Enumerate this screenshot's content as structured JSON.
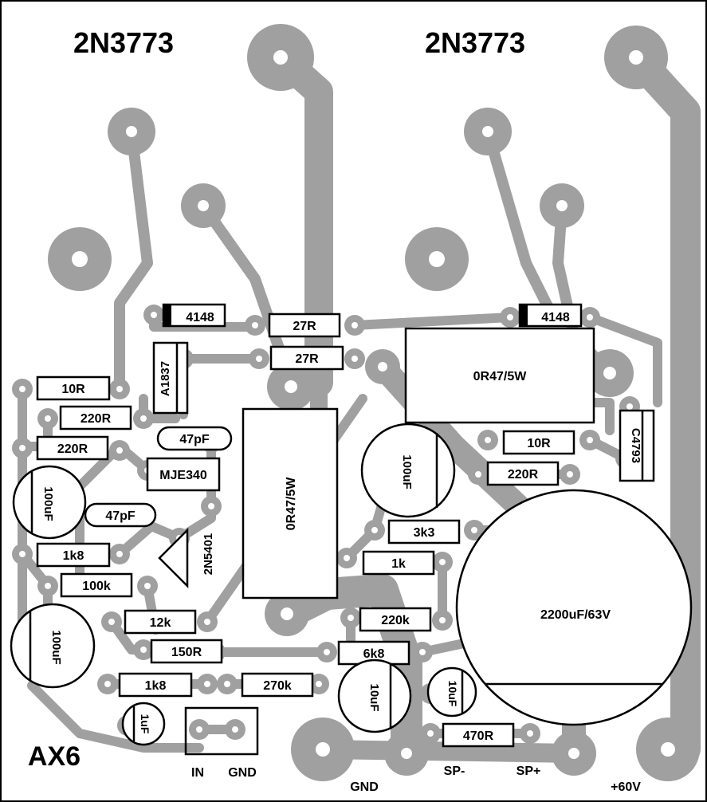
{
  "board": {
    "name": "AX6",
    "transistors": {
      "left": "2N3773",
      "right": "2N3773"
    }
  },
  "components": {
    "diode_left": "4148",
    "diode_right": "4148",
    "r27_a": "27R",
    "r27_b": "27R",
    "r10_left": "10R",
    "r220_a": "220R",
    "r220_b": "220R",
    "a1837": "A1837",
    "c47p_a": "47pF",
    "c47p_b": "47pF",
    "mje340": "MJE340",
    "c100u_left": "100uF",
    "c100u_bottom": "100uF",
    "r1k8_a": "1k8",
    "r100k": "100k",
    "n5401": "2N5401",
    "r12k": "12k",
    "r150": "150R",
    "r1k8_b": "1k8",
    "r270k": "270k",
    "c1u": "1uF",
    "r0r47_left": "0R47/5W",
    "r0r47_right": "0R47/5W",
    "c100u_mid": "100uF",
    "r3k3": "3k3",
    "r1k": "1k",
    "r220k": "220k",
    "r6k8": "6k8",
    "c10u_a": "10uF",
    "c10u_b": "10uF",
    "r470": "470R",
    "r10_right": "10R",
    "r220_right": "220R",
    "c4793": "C4793",
    "c2200": "2200uF/63V"
  },
  "connectors": {
    "in": "IN",
    "gnd_input": "GND",
    "gnd_main": "GND",
    "sp_minus": "SP-",
    "sp_plus": "SP+",
    "v60": "+60V"
  }
}
